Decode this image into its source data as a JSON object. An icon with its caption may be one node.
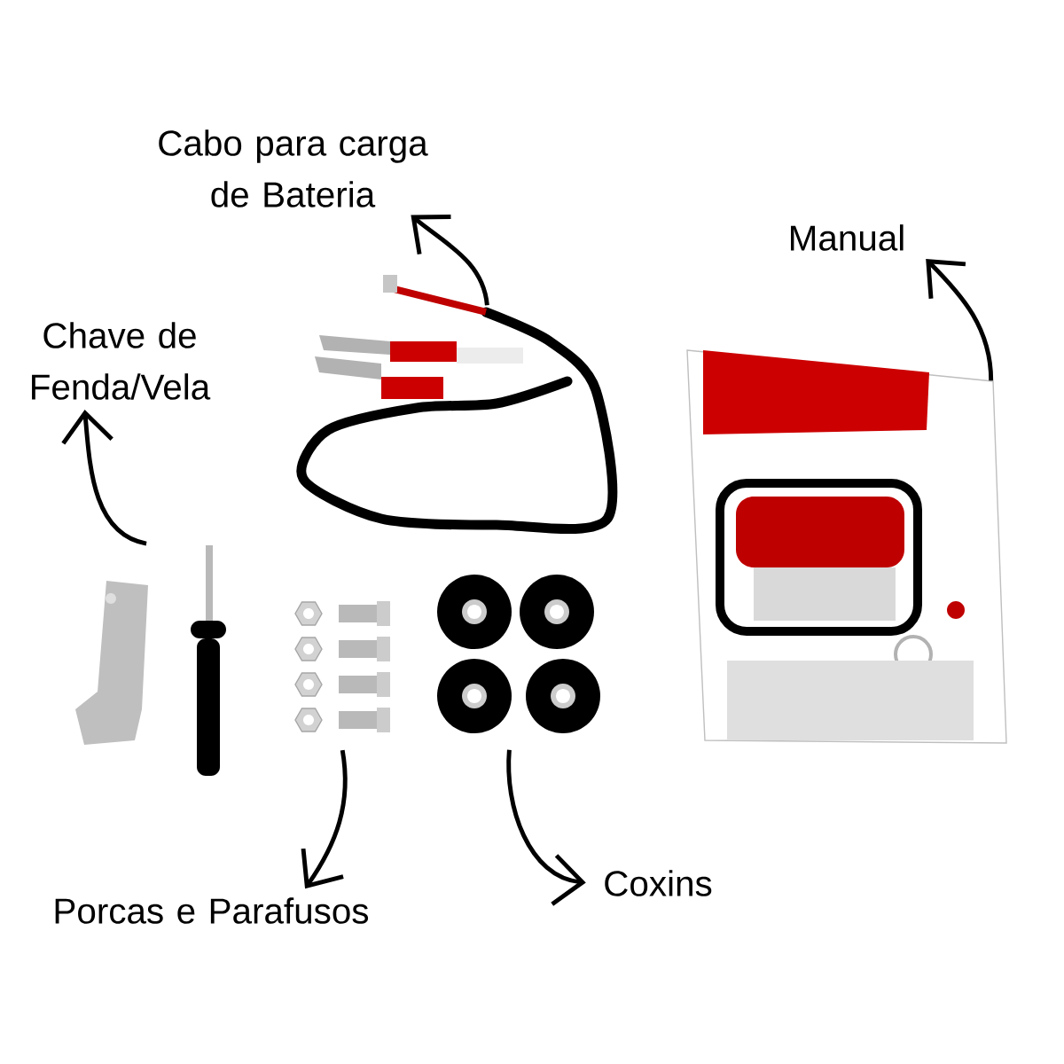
{
  "diagram": {
    "nodes": [
      {
        "text": [
          "Cabo para carga de Bateria"
        ]
      },
      {
        "text": [
          "Manual"
        ]
      },
      {
        "text": [
          "Chave de Fenda/Vela"
        ]
      },
      {
        "text": [
          "Porcas e Parafusos"
        ]
      },
      {
        "text": [
          "Coxins"
        ]
      },
      {
        "text": [],
        "shape": "picture"
      },
      {
        "text": [],
        "shape": "picture"
      },
      {
        "text": [],
        "shape": "picture"
      },
      {
        "text": [],
        "shape": "picture"
      },
      {
        "text": [],
        "shape": "picture"
      }
    ],
    "edges": [
      {
        "from": 5,
        "to": 0,
        "arrow": "to"
      },
      {
        "from": 6,
        "to": 1,
        "arrow": "to"
      },
      {
        "from": 7,
        "to": 2,
        "arrow": "to"
      },
      {
        "from": 8,
        "to": 3,
        "arrow": "to"
      },
      {
        "from": 9,
        "to": 4,
        "arrow": "to"
      }
    ]
  }
}
